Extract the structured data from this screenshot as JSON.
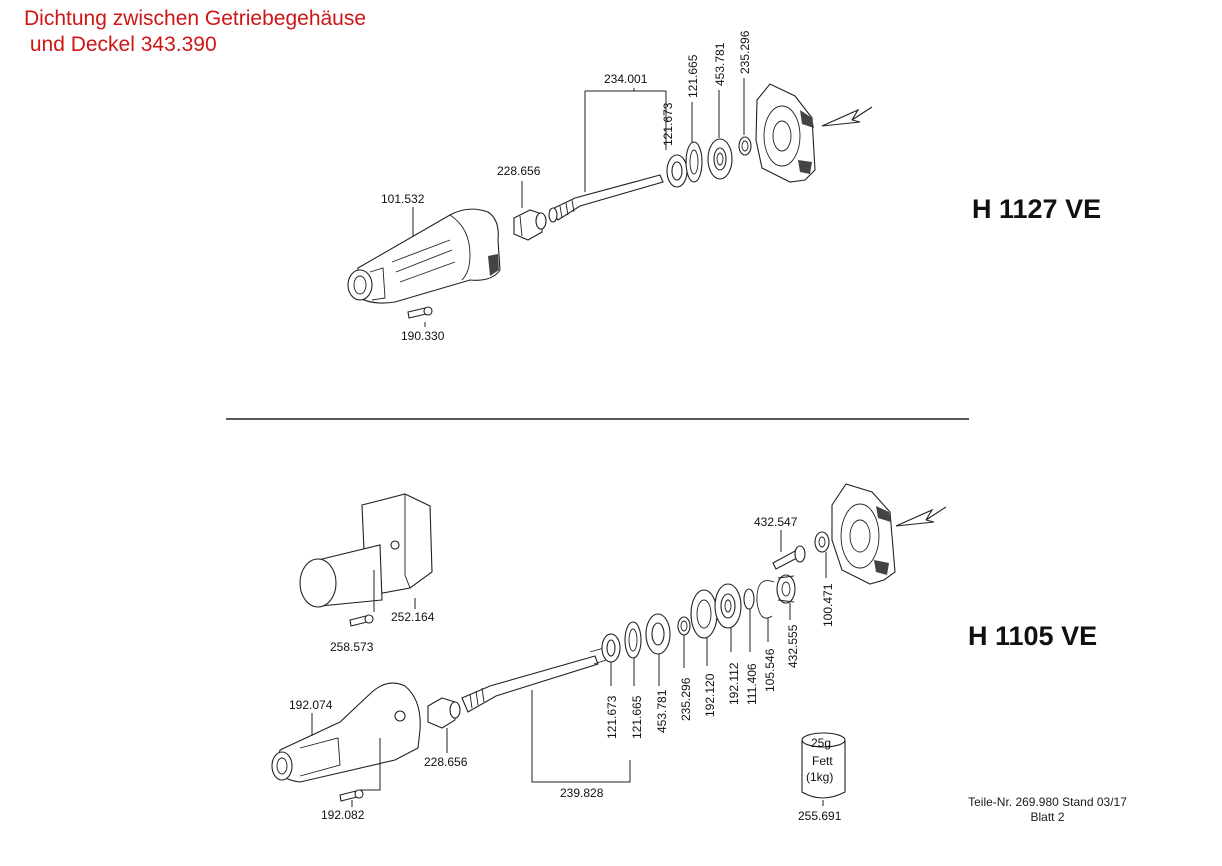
{
  "note": {
    "line1": "Dichtung zwischen Getriebegehäuse",
    "line2": " und Deckel 343.390"
  },
  "models": {
    "top": "H 1127 VE",
    "bottom": "H 1105 VE"
  },
  "top_assembly": {
    "labels": [
      "101.532",
      "190.330",
      "228.656",
      "234.001",
      "121.673",
      "121.665",
      "453.781",
      "235.296"
    ]
  },
  "bottom_assembly": {
    "labels": [
      "252.164",
      "258.573",
      "192.074",
      "192.082",
      "228.656",
      "239.828",
      "121.673",
      "121.665",
      "453.781",
      "235.296",
      "192.120",
      "192.112",
      "111.406",
      "105.546",
      "432.555",
      "100.471",
      "432.547",
      "255.691"
    ]
  },
  "grease_can": {
    "line1": "25g",
    "line2": "Fett",
    "line3": "(1kg)"
  },
  "footer": {
    "line1": "Teile-Nr. 269.980  Stand 03/17",
    "line2": "Blatt 2"
  },
  "colors": {
    "note_text": "#d01515",
    "drawing": "#222222"
  }
}
